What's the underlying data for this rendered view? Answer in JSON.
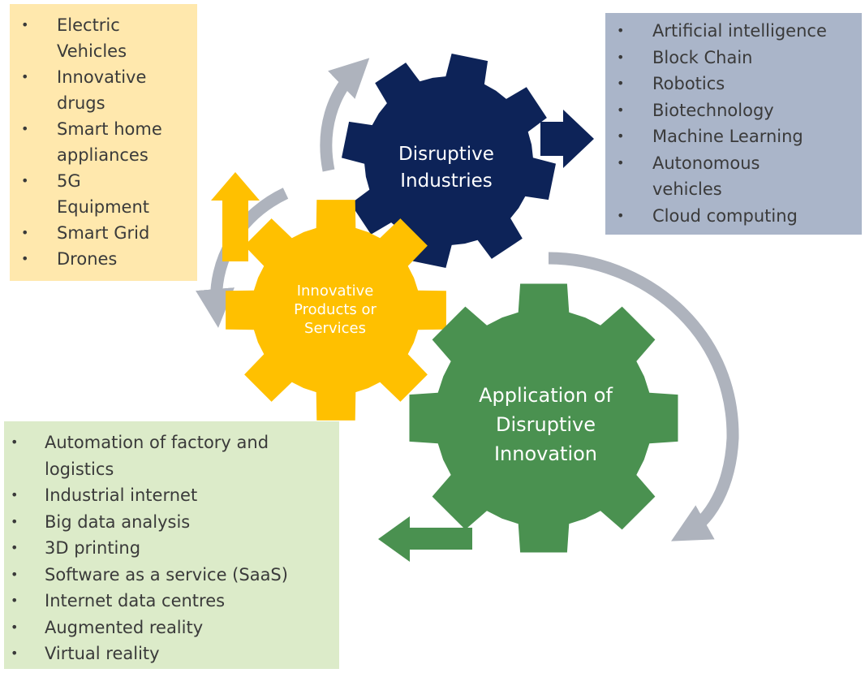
{
  "diagram": {
    "gears": {
      "disruptive_industries": {
        "label_line1": "Disruptive",
        "label_line2": "Industries",
        "color": "#0d2358"
      },
      "innovative_products": {
        "label_line1": "Innovative",
        "label_line2": "Products or",
        "label_line3": "Services",
        "color": "#ffc000"
      },
      "application": {
        "label_line1": "Application of",
        "label_line2": "Disruptive",
        "label_line3": "Innovation",
        "color": "#4a9150"
      }
    },
    "products_box": {
      "color": "#ffe8ad",
      "items": [
        "Electric",
        "Vehicles",
        "Innovative",
        "drugs",
        "Smart home",
        "appliances",
        "5G",
        "Equipment",
        "Smart Grid",
        "Drones"
      ]
    },
    "industries_box": {
      "color": "#aab5c9",
      "items": [
        "Artificial intelligence",
        "Block Chain",
        "Robotics",
        "Biotechnology",
        "Machine Learning",
        "Autonomous",
        "vehicles",
        "Cloud computing"
      ]
    },
    "applications_box": {
      "color": "#dcebc9",
      "items": [
        "Automation of factory and",
        "logistics",
        "Industrial internet",
        "Big data analysis",
        "3D printing",
        "Software as a service (SaaS)",
        "Internet data centres",
        "Augmented reality",
        "Virtual reality"
      ]
    },
    "cycle_arrow_color": "#aeb3bd"
  }
}
